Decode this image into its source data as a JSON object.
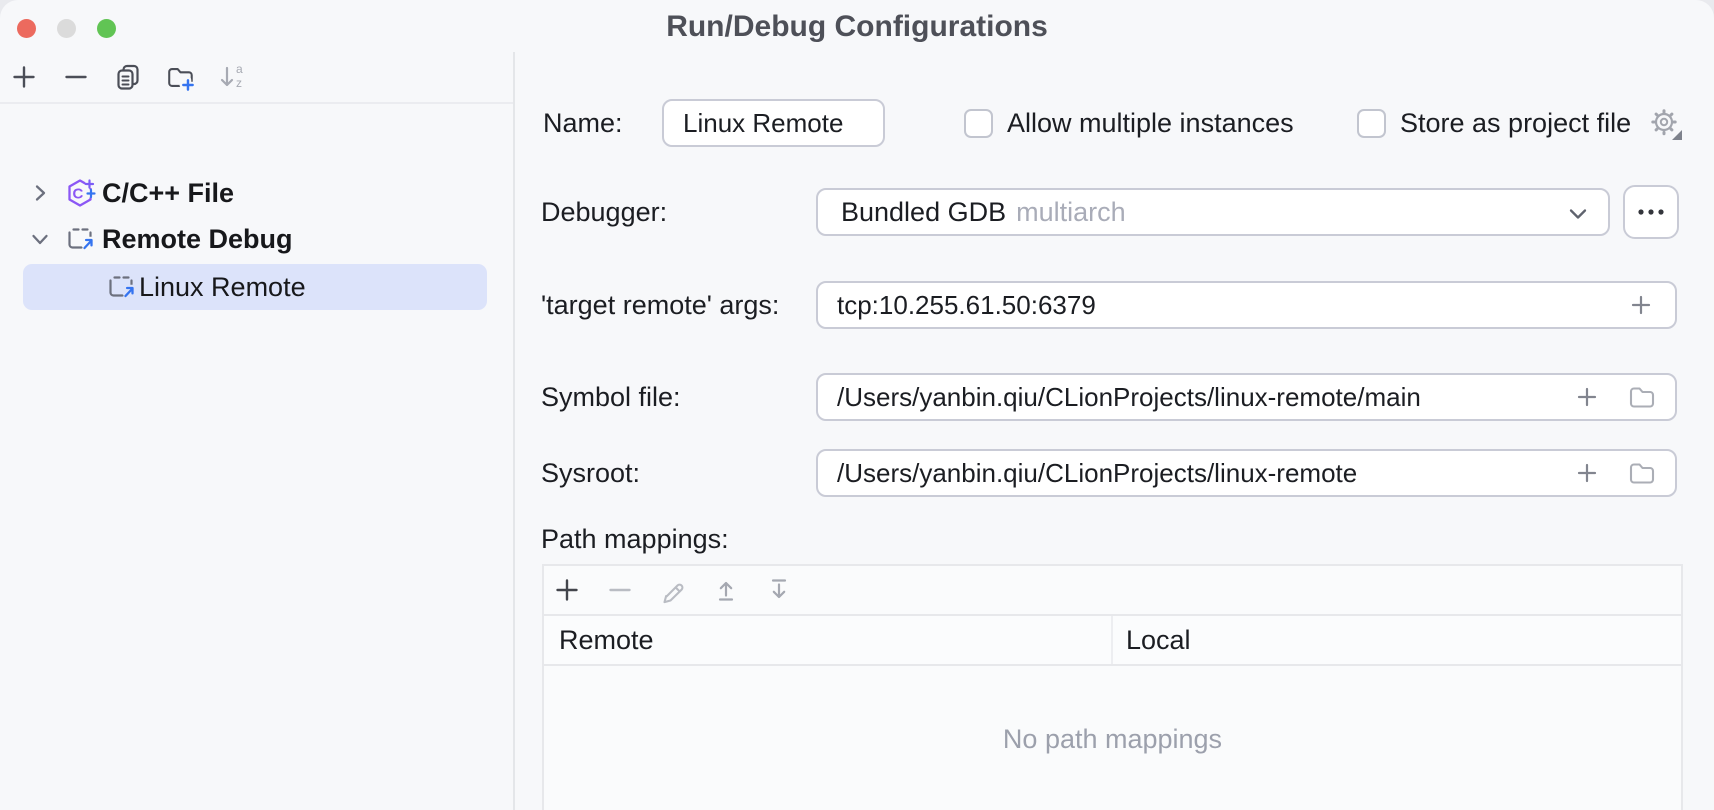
{
  "window": {
    "title": "Run/Debug Configurations"
  },
  "sidebar": {
    "toolbar_icons": [
      "add",
      "remove",
      "copy",
      "new-folder",
      "sort-alphabetically"
    ],
    "tree": [
      {
        "label": "C/C++ File",
        "state": "collapsed"
      },
      {
        "label": "Remote Debug",
        "state": "expanded"
      },
      {
        "label": "Linux Remote",
        "state": "selected"
      }
    ]
  },
  "form": {
    "name_label": "Name:",
    "name_value": "Linux Remote",
    "allow_multiple_label": "Allow multiple instances",
    "store_project_label": "Store as project file",
    "debugger_label": "Debugger:",
    "debugger_value": "Bundled GDB",
    "debugger_hint": "multiarch",
    "target_args_label": "'target remote' args:",
    "target_args_value": "tcp:10.255.61.50:6379",
    "symbol_label": "Symbol file:",
    "symbol_value": "/Users/yanbin.qiu/CLionProjects/linux-remote/main",
    "sysroot_label": "Sysroot:",
    "sysroot_value": "/Users/yanbin.qiu/CLionProjects/linux-remote"
  },
  "path_mappings": {
    "label": "Path mappings:",
    "columns": [
      "Remote",
      "Local"
    ],
    "empty_text": "No path mappings"
  },
  "colors": {
    "accent_blue": "#3574F0",
    "selection": "#DCE3FA",
    "cpp_purple": "#8B57F5",
    "traffic_red": "#EC6A5E",
    "traffic_middle": "#DBDBDB",
    "traffic_green": "#61C454"
  }
}
